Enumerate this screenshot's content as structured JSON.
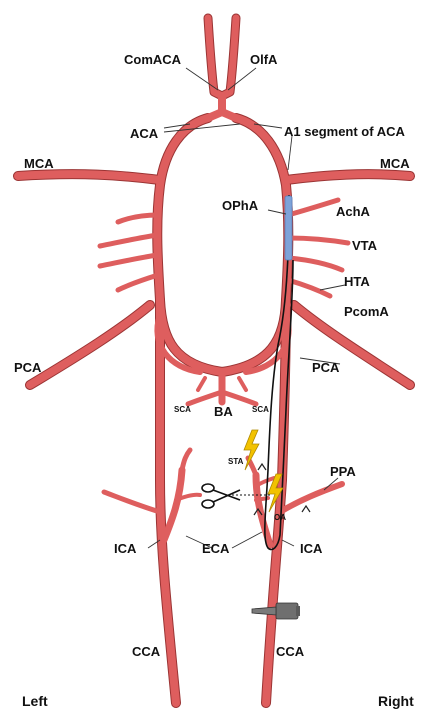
{
  "labels": {
    "comaca": "ComACA",
    "olfa": "OlfA",
    "aca": "ACA",
    "a1": "A1 segment of ACA",
    "mca_left": "MCA",
    "mca_right": "MCA",
    "opha": "OPhA",
    "acha": "AchA",
    "vta": "VTA",
    "hta": "HTA",
    "pcoma": "PcomA",
    "pca_left": "PCA",
    "pca_right": "PCA",
    "sca_left": "SCA",
    "sca_right": "SCA",
    "ba": "BA",
    "sta": "STA",
    "oa": "OA",
    "ppa": "PPA",
    "ica_left": "ICA",
    "eca": "ECA",
    "ica_right": "ICA",
    "cca_left": "CCA",
    "cca_right": "CCA",
    "left": "Left",
    "right": "Right"
  },
  "colors": {
    "vessel": "#de5e5e",
    "vessel_outline": "#9b3434",
    "catheter": "#111111",
    "occluded_segment": "#7ea2d8",
    "lightning": "#f2c200",
    "clamp": "#6f6f6f"
  },
  "icons": [
    "scissors-icon",
    "lightning-icon",
    "clamp-icon",
    "ligature-icon"
  ]
}
